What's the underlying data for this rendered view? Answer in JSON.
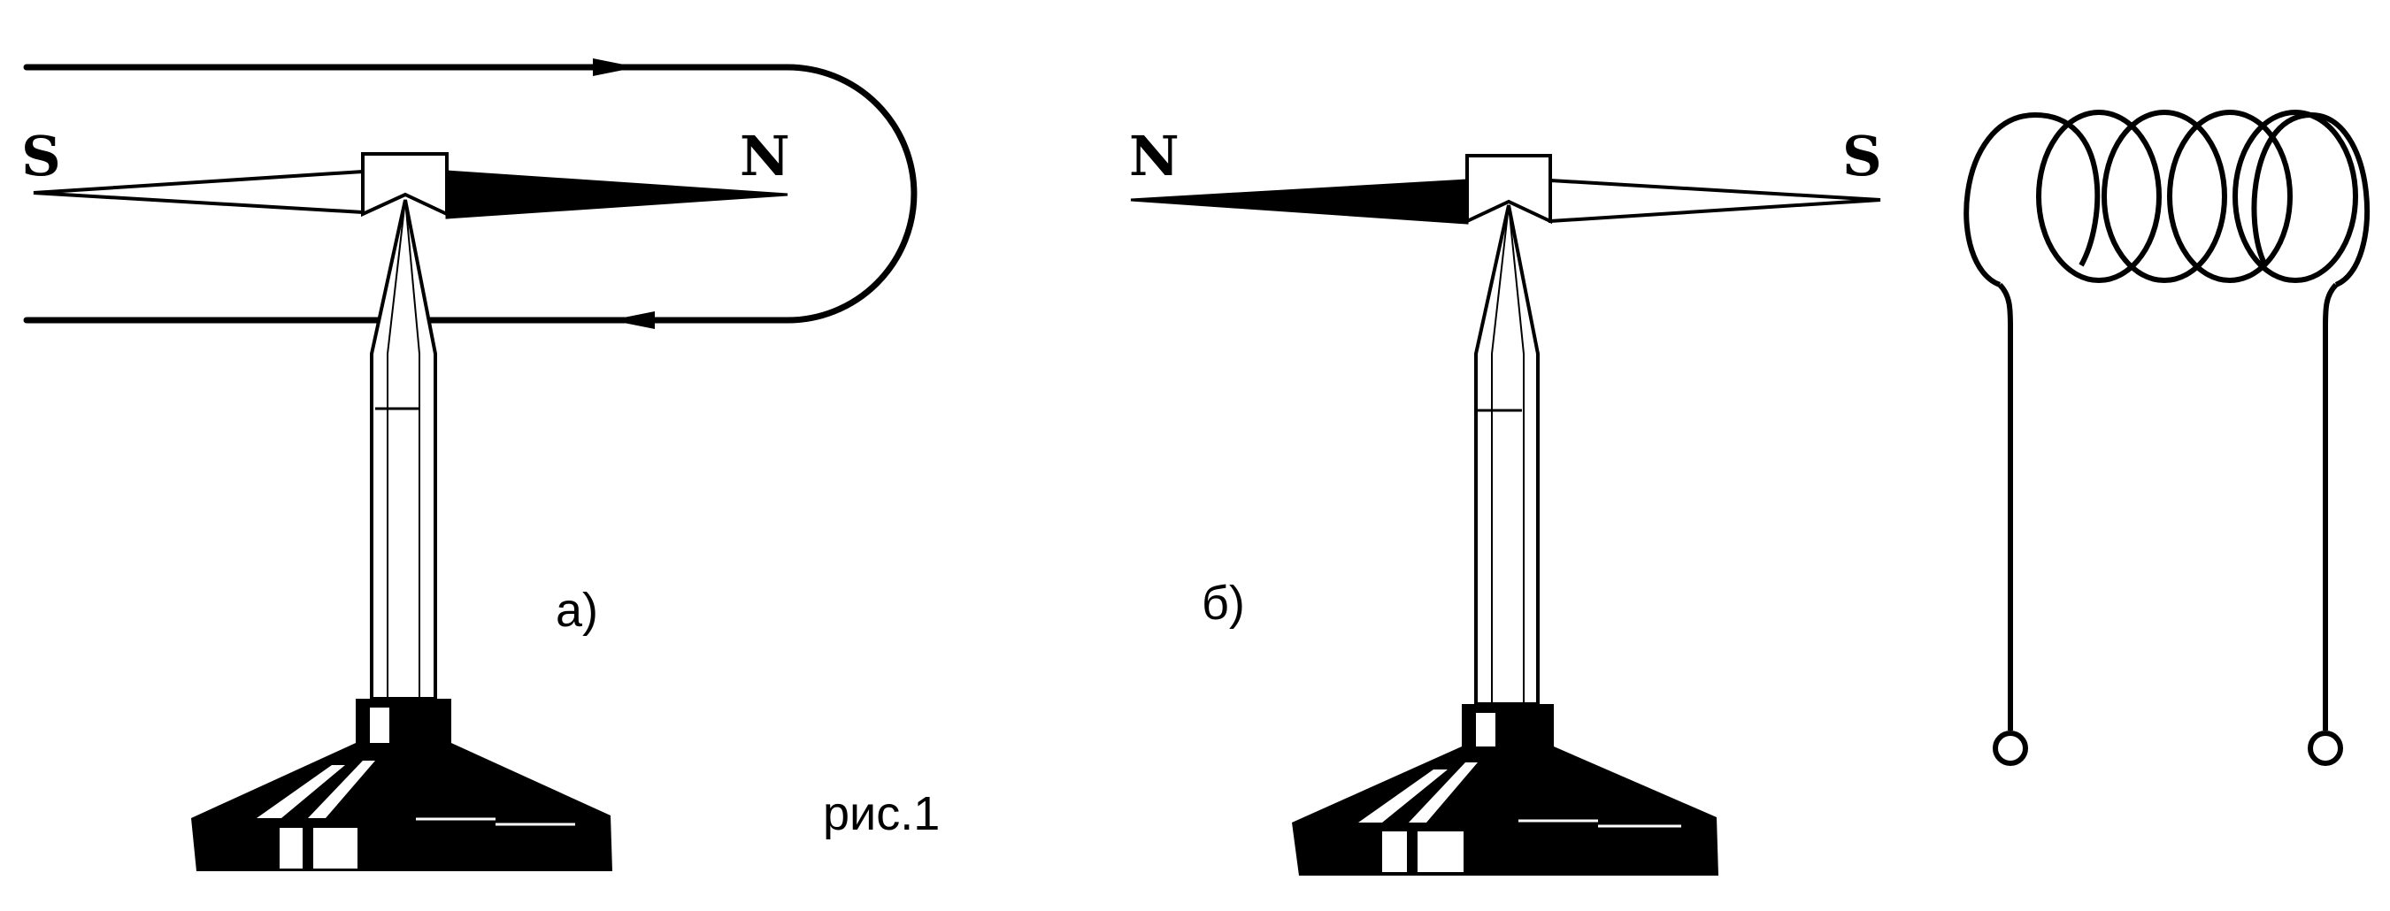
{
  "figure_a": {
    "pole_left": "S",
    "pole_right": "N",
    "label": "а)"
  },
  "figure_b": {
    "pole_left": "N",
    "pole_right": "S",
    "label": "б)"
  },
  "caption": "рис.1",
  "colors": {
    "ink": "#000000",
    "paper": "#ffffff"
  }
}
